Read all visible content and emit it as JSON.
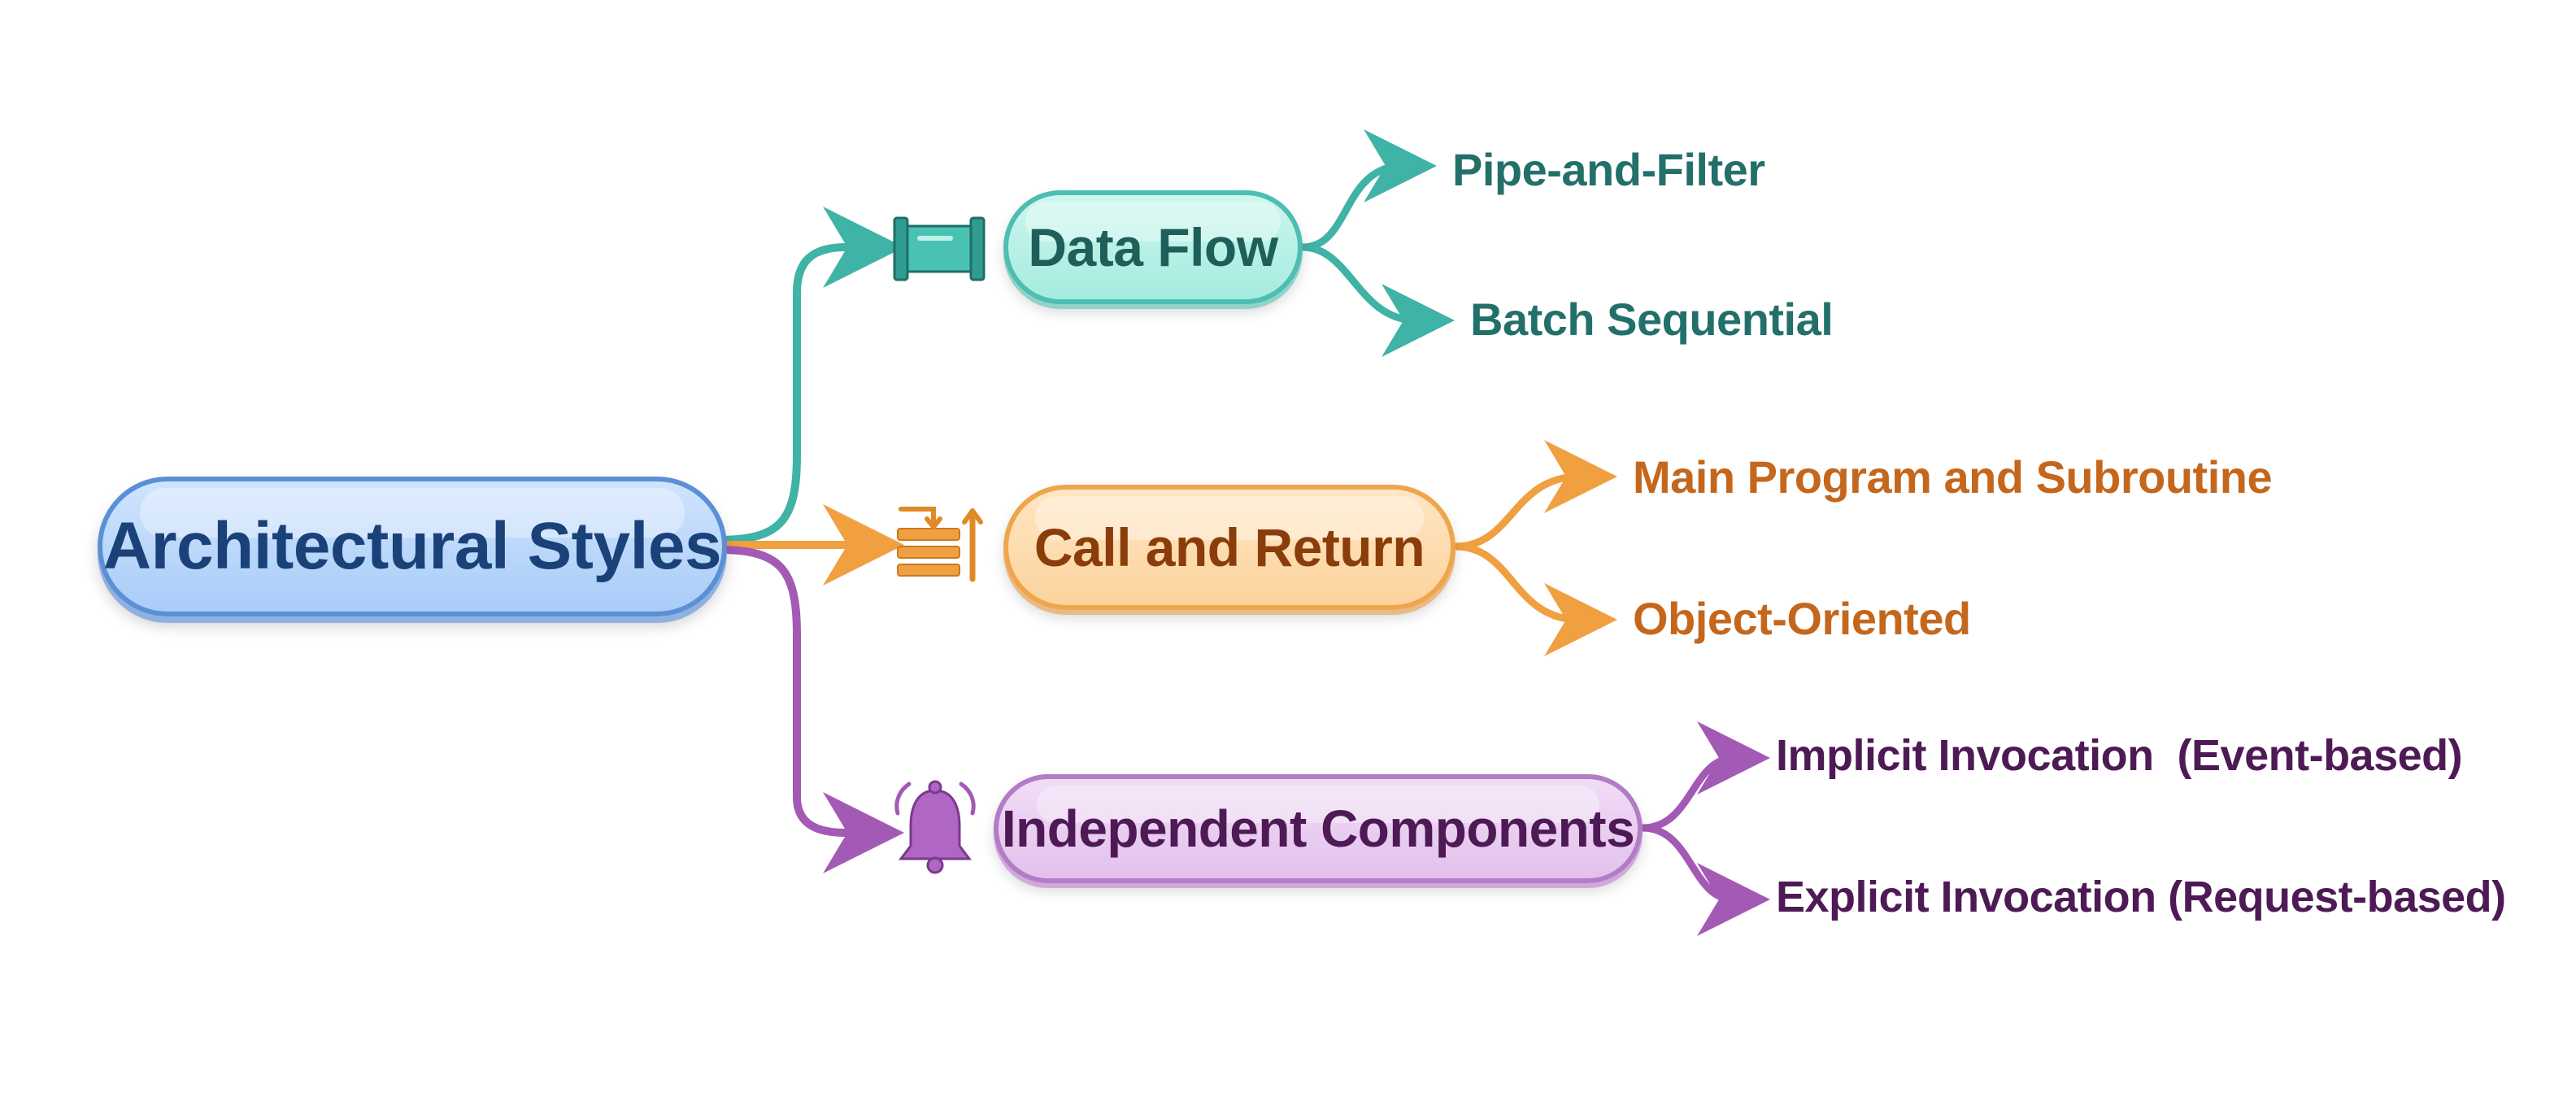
{
  "root": {
    "label": "Architectural Styles",
    "color": "#5b8fd6"
  },
  "branches": [
    {
      "label": "Data Flow",
      "icon": "pipe-icon",
      "color": "#3fb3a6",
      "children": [
        "Pipe-and-Filter",
        "Batch Sequential"
      ]
    },
    {
      "label": "Call and Return",
      "icon": "call-stack-icon",
      "color": "#f0a040",
      "children": [
        "Main Program and Subroutine",
        "Object-Oriented"
      ]
    },
    {
      "label": "Independent Components",
      "icon": "bell-icon",
      "color": "#a35ab5",
      "children": [
        "Implicit Invocation  (Event-based)",
        "Explicit Invocation (Request-based)"
      ]
    }
  ]
}
